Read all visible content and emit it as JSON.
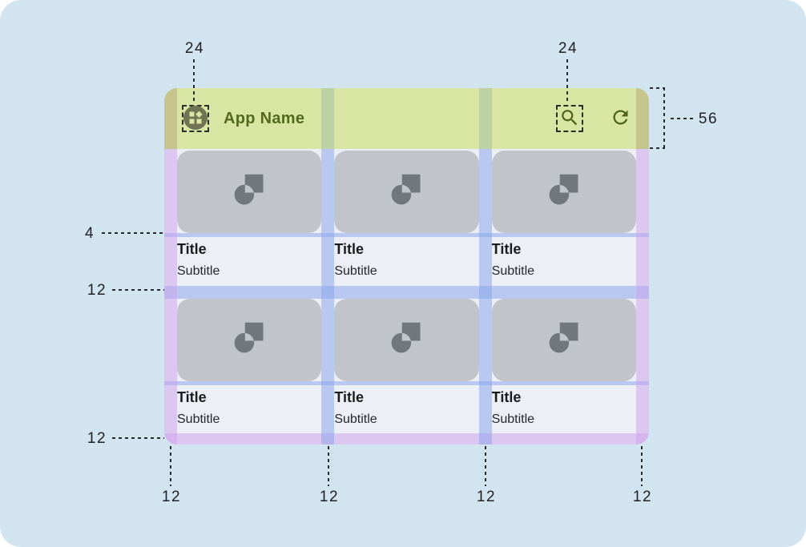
{
  "appbar": {
    "title": "App Name",
    "leading_icon": "widgets-icon",
    "action_icons": [
      "search-icon",
      "refresh-icon"
    ]
  },
  "cards": [
    {
      "title": "Title",
      "subtitle": "Subtitle"
    },
    {
      "title": "Title",
      "subtitle": "Subtitle"
    },
    {
      "title": "Title",
      "subtitle": "Subtitle"
    },
    {
      "title": "Title",
      "subtitle": "Subtitle"
    },
    {
      "title": "Title",
      "subtitle": "Subtitle"
    },
    {
      "title": "Title",
      "subtitle": "Subtitle"
    }
  ],
  "annotations": {
    "leading_icon_size": "24",
    "search_icon_size": "24",
    "appbar_height": "56",
    "image_text_gap": "4",
    "row_gutter": "12",
    "bottom_margin": "12",
    "column_markers": [
      "12",
      "12",
      "12",
      "12"
    ]
  },
  "colors": {
    "canvas_background": "#d3e4f1",
    "appbar_green": "#d9e6a3",
    "on_appbar": "#54691d",
    "surface": "#eceff6",
    "image_placeholder": "#c1c5cb",
    "margin_overlay_purple": "rgba(203,159,235,0.5)",
    "gutter_overlay_blue": "rgba(133,161,234,0.5)"
  }
}
